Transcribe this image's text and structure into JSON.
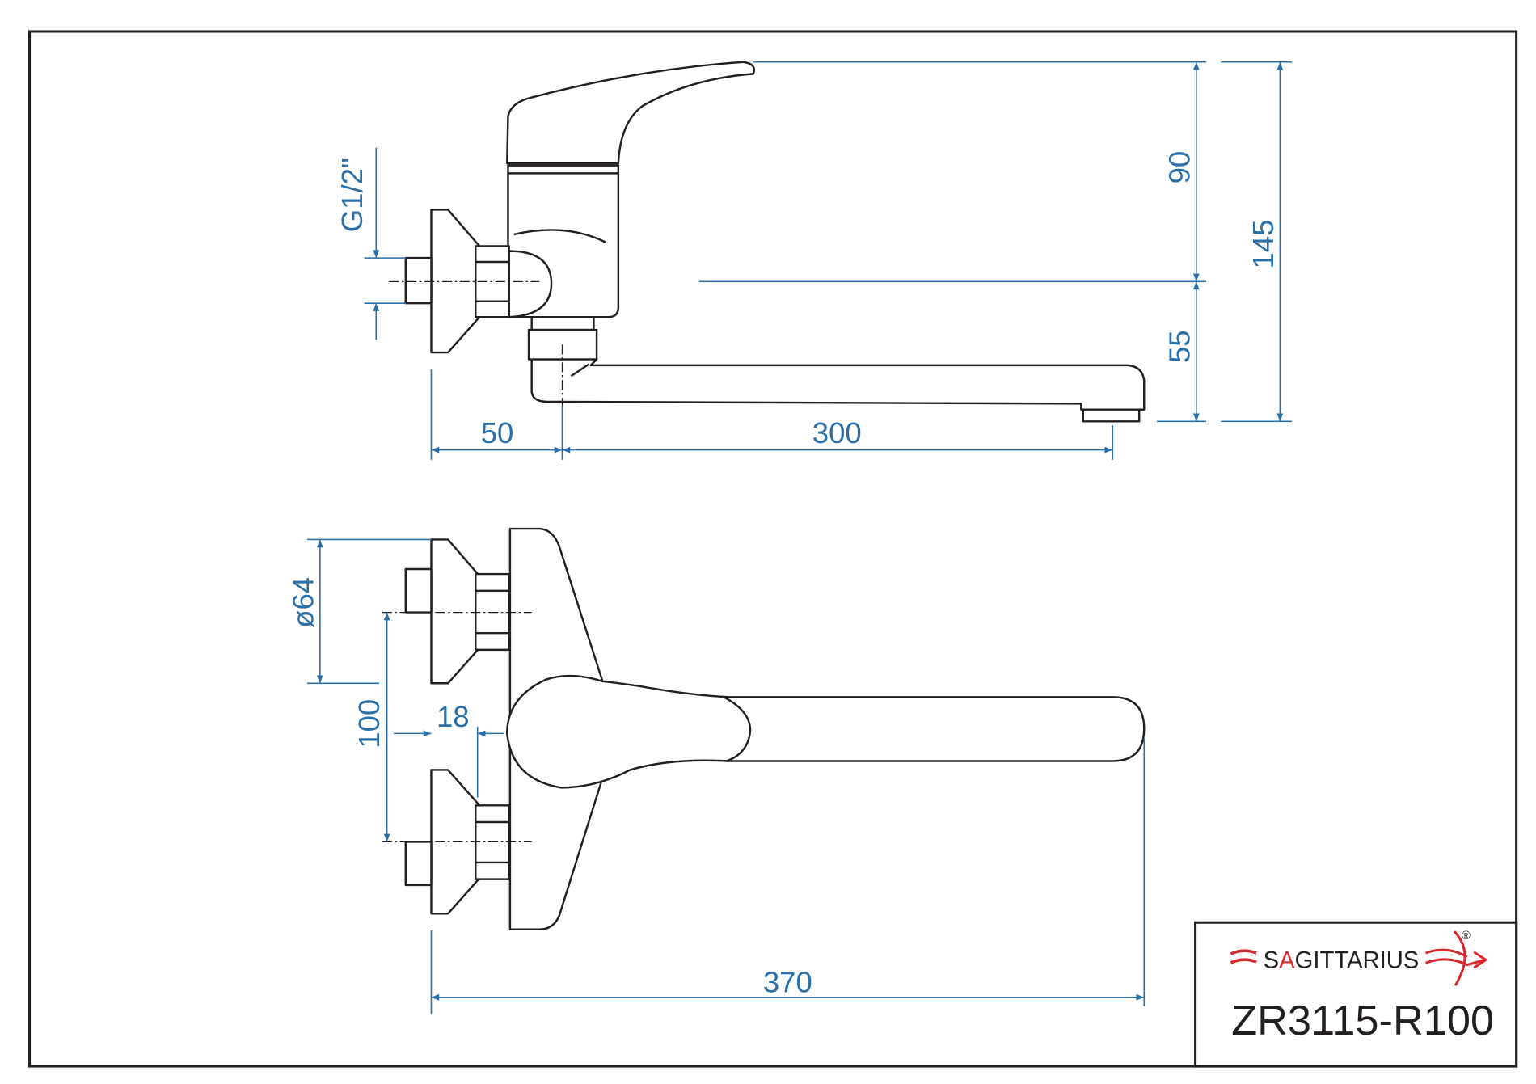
{
  "dimensions": {
    "thread": "G1/2\"",
    "handle_height": "90",
    "spout_height": "55",
    "total_height": "145",
    "wall_offset": "50",
    "spout_reach": "300",
    "flange_diameter": "ø64",
    "center_distance": "100",
    "eccentric_offset": "18",
    "total_length": "370"
  },
  "title_block": {
    "brand": "SAGITTARIUS",
    "brand_prefix": "S",
    "brand_accent": "A",
    "brand_suffix": "GITTARIUS",
    "registered_mark": "®",
    "model": "ZR3115-R100"
  },
  "colors": {
    "dimension": "#2a6fa8",
    "outline": "#231f20",
    "brand_red": "#d9272e"
  }
}
